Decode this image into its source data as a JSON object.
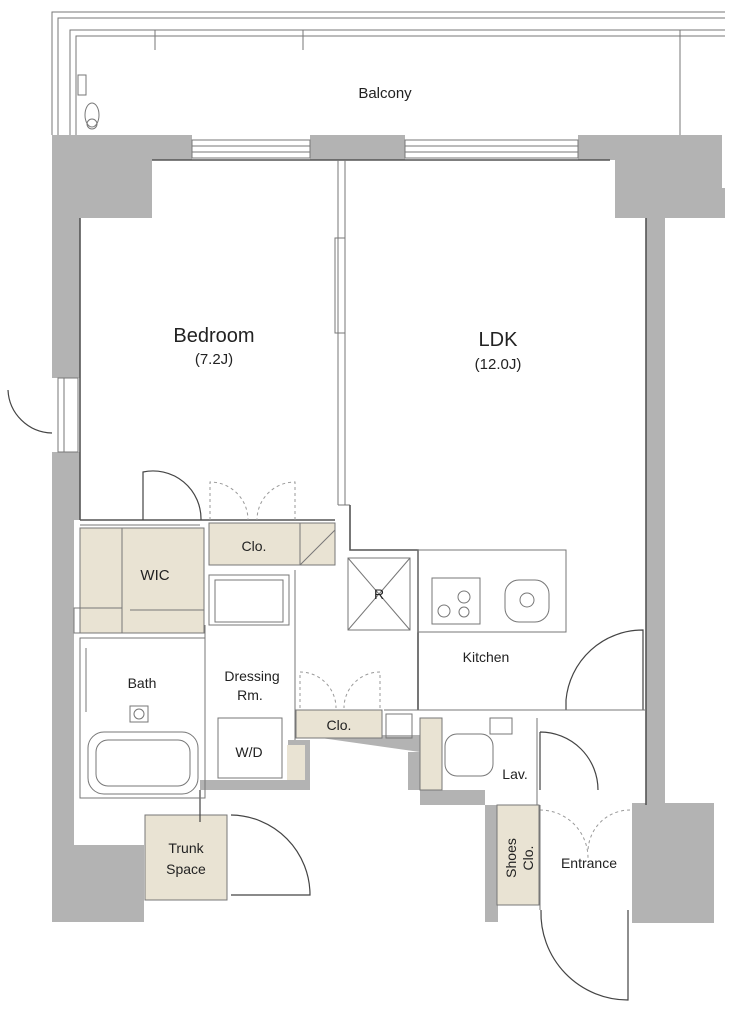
{
  "rooms": {
    "balcony": "Balcony",
    "bedroom": "Bedroom",
    "bedroom_size": "(7.2J)",
    "ldk": "LDK",
    "ldk_size": "(12.0J)",
    "wic": "WIC",
    "closet": "Clo.",
    "closet2": "Clo.",
    "fridge": "R",
    "kitchen": "Kitchen",
    "bath": "Bath",
    "dressing_line1": "Dressing",
    "dressing_line2": "Rm.",
    "washer": "W/D",
    "lavatory": "Lav.",
    "shoes_line1": "Shoes",
    "shoes_line2": "Clo.",
    "entrance": "Entrance",
    "trunk_line1": "Trunk",
    "trunk_line2": "Space"
  },
  "colors": {
    "wall": "#b3b3b3",
    "storage": "#e9e3d3",
    "line": "#555555"
  }
}
